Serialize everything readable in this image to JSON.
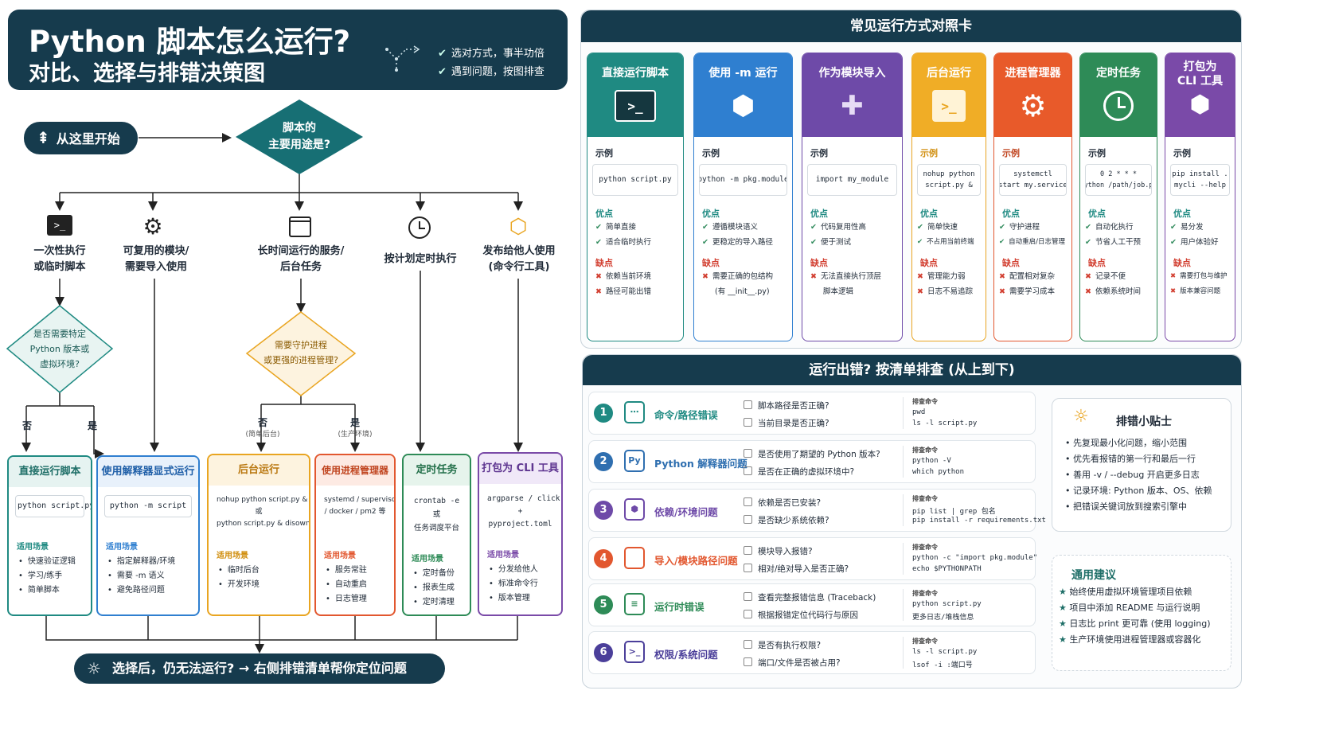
{
  "header": {
    "title": "Python 脚本怎么运行?",
    "subtitle": "对比、选择与排错决策图",
    "badges": [
      "选对方式，事半功倍",
      "遇到问题，按图排查"
    ]
  },
  "flow": {
    "start_label": "从这里开始",
    "question": [
      "脚本的",
      "主要用途是?"
    ],
    "branches": [
      {
        "label": [
          "一次性执行",
          "或临时脚本"
        ],
        "icon": "terminal-icon"
      },
      {
        "label": [
          "可复用的模块/",
          "需要导入使用"
        ],
        "icon": "gear-icon"
      },
      {
        "label": [
          "长时间运行的服务/",
          "后台任务"
        ],
        "icon": "server-window-icon"
      },
      {
        "label": [
          "按计划定时执行"
        ],
        "icon": "clock-icon"
      },
      {
        "label": [
          "发布给他人使用",
          "(命令行工具)"
        ],
        "icon": "package-icon"
      }
    ],
    "decision1": [
      "是否需要特定",
      "Python 版本或",
      "虚拟环境?"
    ],
    "decision1_no": "否",
    "decision1_yes": "是",
    "decision2": [
      "需要守护进程",
      "或更强的进程管理?"
    ],
    "decision2_no": "否",
    "decision2_no_sub": "(简单后台)",
    "decision2_yes": "是",
    "decision2_yes_sub": "(生产环境)",
    "cards": [
      {
        "title": "直接运行脚本",
        "cmd": [
          "python script.py"
        ],
        "scene_label": "适用场景",
        "scenes": [
          "快速验证逻辑",
          "学习/练手",
          "简单脚本"
        ]
      },
      {
        "title": "使用解释器显式运行",
        "cmd": [
          "python -m script"
        ],
        "scene_label": "适用场景",
        "scenes": [
          "指定解释器/环境",
          "需要 -m 语义",
          "避免路径问题"
        ]
      },
      {
        "title": "后台运行",
        "cmd": [
          "nohup python script.py &",
          "或",
          "python script.py & disown"
        ],
        "scene_label": "适用场景",
        "scenes": [
          "临时后台",
          "开发环境"
        ]
      },
      {
        "title": "使用进程管理器",
        "cmd": [
          "systemd / supervisor",
          "/ docker / pm2 等"
        ],
        "scene_label": "适用场景",
        "scenes": [
          "服务常驻",
          "自动重启",
          "日志管理"
        ]
      },
      {
        "title": "定时任务",
        "cmd": [
          "crontab -e",
          "或",
          "任务调度平台"
        ],
        "scene_label": "适用场景",
        "scenes": [
          "定时备份",
          "报表生成",
          "定时清理"
        ]
      },
      {
        "title": "打包为 CLI 工具",
        "cmd": [
          "argparse / click",
          "+",
          "pyproject.toml"
        ],
        "scene_label": "适用场景",
        "scenes": [
          "分发给他人",
          "标准命令行",
          "版本管理"
        ]
      }
    ],
    "bottom_note": "选择后，仍无法运行? → 右侧排错清单帮你定位问题"
  },
  "compare": {
    "title": "常见运行方式对照卡",
    "example_label": "示例",
    "pros_label": "优点",
    "cons_label": "缺点",
    "cards": [
      {
        "title": [
          "直接运行脚本"
        ],
        "icon": "terminal-icon",
        "color": "#1f8a82",
        "example": [
          "python script.py"
        ],
        "pros": [
          "简单直接",
          "适合临时执行"
        ],
        "cons": [
          "依赖当前环境",
          "路径可能出错"
        ]
      },
      {
        "title": [
          "使用 -m 运行"
        ],
        "icon": "box-icon",
        "color": "#2f7fd0",
        "example": [
          "python -m pkg.module"
        ],
        "pros": [
          "遵循模块语义",
          "更稳定的导入路径"
        ],
        "cons": [
          "需要正确的包结构",
          "(有 __init__.py)"
        ]
      },
      {
        "title": [
          "作为模块导入"
        ],
        "icon": "puzzle-icon",
        "color": "#6e4aa8",
        "example": [
          "import my_module"
        ],
        "pros": [
          "代码复用性高",
          "便于测试"
        ],
        "cons": [
          "无法直接执行顶层",
          "脚本逻辑"
        ]
      },
      {
        "title": [
          "后台运行"
        ],
        "icon": "terminal-file-icon",
        "color": "#e9a521",
        "example": [
          "nohup python",
          "script.py &"
        ],
        "pros": [
          "简单快速",
          "不占用当前终端"
        ],
        "cons": [
          "管理能力弱",
          "日志不易追踪"
        ]
      },
      {
        "title": [
          "进程管理器"
        ],
        "icon": "gear-icon",
        "color": "#e2572f",
        "example": [
          "systemctl",
          "start my.service"
        ],
        "pros": [
          "守护进程",
          "自动重启/日志管理"
        ],
        "cons": [
          "配置相对复杂",
          "需要学习成本"
        ]
      },
      {
        "title": [
          "定时任务"
        ],
        "icon": "clock-icon",
        "color": "#2e8b57",
        "example": [
          "0 2 * * *",
          "python /path/job.py"
        ],
        "pros": [
          "自动化执行",
          "节省人工干预"
        ],
        "cons": [
          "记录不便",
          "依赖系统时间"
        ]
      },
      {
        "title": [
          "打包为",
          "CLI 工具"
        ],
        "icon": "package-icon",
        "color": "#7a4aa8",
        "example": [
          "pip install .",
          "mycli --help"
        ],
        "pros": [
          "易分发",
          "用户体验好"
        ],
        "cons": [
          "需要打包与维护",
          "版本兼容问题"
        ]
      }
    ]
  },
  "troubleshoot": {
    "title": "运行出错? 按清单排查 (从上到下)",
    "cmd_label": "排查命令",
    "rows": [
      {
        "num": "1",
        "name": "命令/路径错误",
        "icon": "terminal-path-icon",
        "color": "#1f8a82",
        "checks": [
          "脚本路径是否正确?",
          "当前目录是否正确?"
        ],
        "cmds": [
          "pwd",
          "ls -l script.py"
        ]
      },
      {
        "num": "2",
        "name": "Python 解释器问题",
        "icon": "python-icon",
        "color": "#2f6fb0",
        "checks": [
          "是否使用了期望的 Python 版本?",
          "是否在正确的虚拟环境中?"
        ],
        "cmds": [
          "python -V",
          "which python"
        ]
      },
      {
        "num": "3",
        "name": "依赖/环境问题",
        "icon": "box-icon",
        "color": "#6e4aa8",
        "checks": [
          "依赖是否已安装?",
          "是否缺少系统依赖?"
        ],
        "cmds": [
          "pip list | grep 包名",
          "pip install -r requirements.txt"
        ]
      },
      {
        "num": "4",
        "name": "导入/模块路径问题",
        "icon": "code-icon",
        "color": "#e2572f",
        "checks": [
          "模块导入报错?",
          "相对/绝对导入是否正确?"
        ],
        "cmds": [
          "python -c \"import pkg.module\"",
          "echo $PYTHONPATH"
        ]
      },
      {
        "num": "5",
        "name": "运行时错误",
        "icon": "document-icon",
        "color": "#2e8b57",
        "checks": [
          "查看完整报错信息 (Traceback)",
          "根据报错定位代码行与原因"
        ],
        "cmds": [
          "python script.py",
          "更多日志/堆栈信息"
        ]
      },
      {
        "num": "6",
        "name": "权限/系统问题",
        "icon": "terminal-icon",
        "color": "#4b3f9a",
        "checks": [
          "是否有执行权限?",
          "端口/文件是否被占用?"
        ],
        "cmds": [
          "ls -l script.py",
          "lsof -i :端口号"
        ]
      }
    ],
    "tips_title": "排错小贴士",
    "tips": [
      "先复现最小化问题，缩小范围",
      "优先看报错的第一行和最后一行",
      "善用 -v / --debug 开启更多日志",
      "记录环境: Python 版本、OS、依赖",
      "把错误关键词放到搜索引擎中"
    ],
    "advice_title": "通用建议",
    "advice": [
      "始终使用虚拟环境管理项目依赖",
      "项目中添加 README 与运行说明",
      "日志比 print 更可靠 (使用 logging)",
      "生产环境使用进程管理器或容器化"
    ]
  }
}
